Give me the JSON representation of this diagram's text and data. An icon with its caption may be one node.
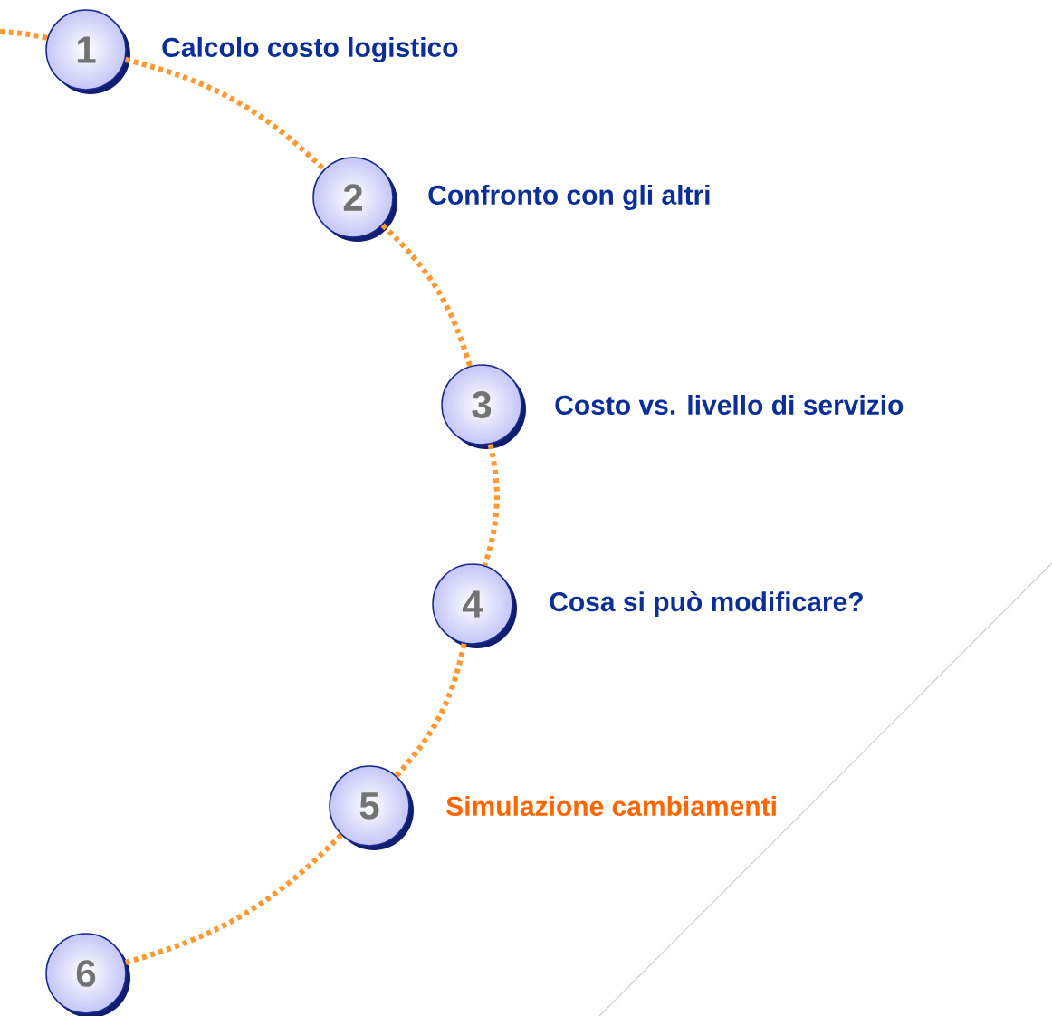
{
  "diagram": {
    "nodes": [
      {
        "text": [
          "1"
        ],
        "beside": [
          "Calcolo costo logistico"
        ]
      },
      {
        "text": [
          "2"
        ],
        "beside": [
          "Confronto con gli altri"
        ]
      },
      {
        "text": [
          "3"
        ],
        "beside": [
          "Costo vs. livello di servizio"
        ]
      },
      {
        "text": [
          "4"
        ],
        "beside": [
          "Cosa si può modificare?"
        ]
      },
      {
        "text": [
          "5"
        ],
        "beside": [
          "Simulazione cambiamenti"
        ]
      },
      {
        "text": [
          "6"
        ]
      }
    ],
    "edges": [
      {
        "from": null,
        "to": 0,
        "arrow": "none"
      },
      {
        "from": 0,
        "to": 1,
        "arrow": "none"
      },
      {
        "from": 1,
        "to": 2,
        "arrow": "none"
      },
      {
        "from": 2,
        "to": 3,
        "arrow": "none"
      },
      {
        "from": 3,
        "to": 4,
        "arrow": "none"
      },
      {
        "from": 4,
        "to": 5,
        "arrow": "none"
      }
    ]
  }
}
